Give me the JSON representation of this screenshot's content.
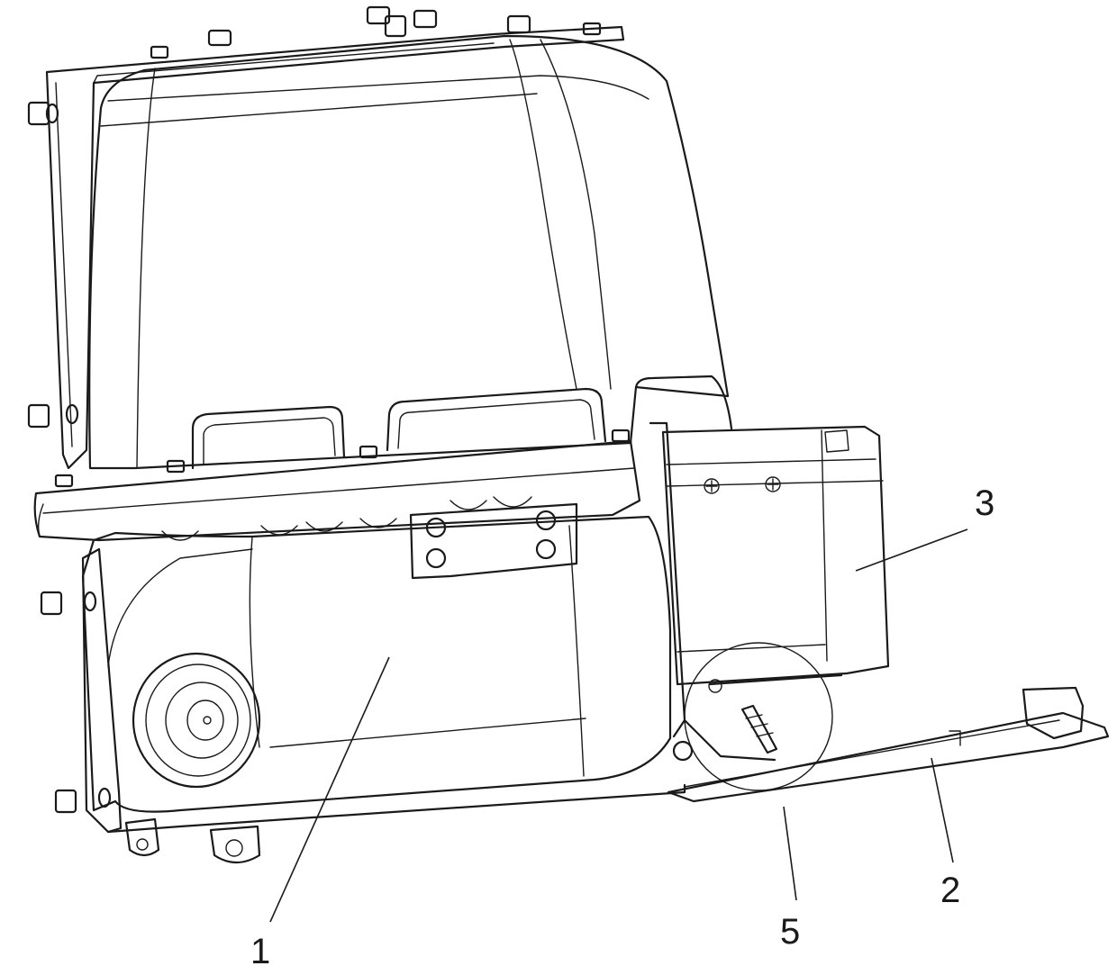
{
  "figure": {
    "callouts": [
      {
        "id": "part-1",
        "label": "1"
      },
      {
        "id": "part-2",
        "label": "2"
      },
      {
        "id": "part-3",
        "label": "3"
      },
      {
        "id": "part-5",
        "label": "5"
      }
    ]
  }
}
